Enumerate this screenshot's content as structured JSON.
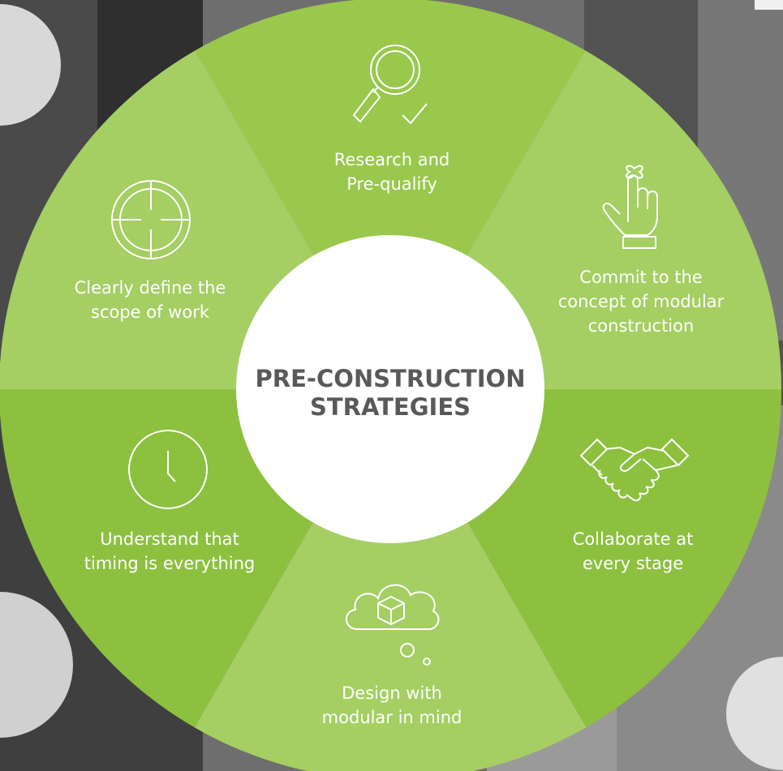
{
  "center_title": "PRE-CONSTRUCTION\nSTRATEGIES",
  "colors": {
    "green_dark": "#8dc03f",
    "green_mid": "#99c84c",
    "green_light": "#a5ce63",
    "center_text": "#58595b",
    "background_photo": "#5b5b5b"
  },
  "segments": [
    {
      "label": "Research and\nPre-qualify",
      "icon": "magnifier-check-icon",
      "tone": "green_mid"
    },
    {
      "label": "Commit to the\nconcept of modular\nconstruction",
      "icon": "finger-string-icon",
      "tone": "green_light"
    },
    {
      "label": "Collaborate at\nevery stage",
      "icon": "handshake-icon",
      "tone": "green_dark"
    },
    {
      "label": "Design with\nmodular in mind",
      "icon": "cloud-cube-icon",
      "tone": "green_light"
    },
    {
      "label": "Understand that\ntiming is everything",
      "icon": "clock-icon",
      "tone": "green_dark"
    },
    {
      "label": "Clearly define the\nscope of work",
      "icon": "crosshair-icon",
      "tone": "green_light"
    }
  ]
}
